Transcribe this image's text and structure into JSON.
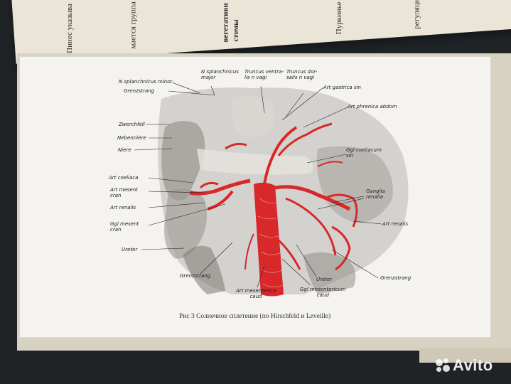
{
  "figure": {
    "caption": "Рис 3  Солнечное сплетение (по Hirschfeld и Leveille)"
  },
  "labels": {
    "splanchnicus_minor": "N splanchnicus minor",
    "splanchnicus_major": "N splanchnicus\nmajor",
    "truncus_ventralis": "Truncus ventra-\nlis n vagi",
    "truncus_dorsalis": "Truncus dor-\nsalis n vagi",
    "art_gastrica": "Art gastrica sin",
    "art_phrenica": "Art phrenica abdom",
    "grenzstrang_top": "Grenzstrang",
    "zwerchfell": "Zwerchfell",
    "nebenniere": "Nebenniere",
    "niere": "Niere",
    "ggl_coeliacum": "Ggl coeliacum\nsin",
    "art_coeliaca": "Art coeliaca",
    "art_mesent_cran": "Art mesent\ncran",
    "art_renalis_left": "Art renalis",
    "ganglia_renalia": "Ganglia\nrenalia",
    "ggl_mesent_cran": "Ggl mesent\ncran",
    "art_renalis_right": "Art renalis",
    "ureter_left": "Ureter",
    "grenzstrang_bottom_left": "Grenzstrang",
    "art_mesenterica_caud": "Art mesenterica\ncaud",
    "ggl_mesentericum_caud": "Ggl mesentericum\ncaud",
    "ureter_right": "Ureter",
    "grenzstrang_bottom_right": "Grenzstrang"
  },
  "back_page": {
    "line1": "Пинес указыва",
    "line2": "мается группа нервн",
    "line3": "вегетативн",
    "line4": "стемы",
    "line5": "Пуркинье можно",
    "line6": "регуляции"
  },
  "watermark": {
    "brand": "Avito"
  },
  "colors": {
    "artery": "#d8282a",
    "page": "#f4f3ef",
    "backdrop": "#1f2326",
    "cover": "#d8d2c2"
  }
}
